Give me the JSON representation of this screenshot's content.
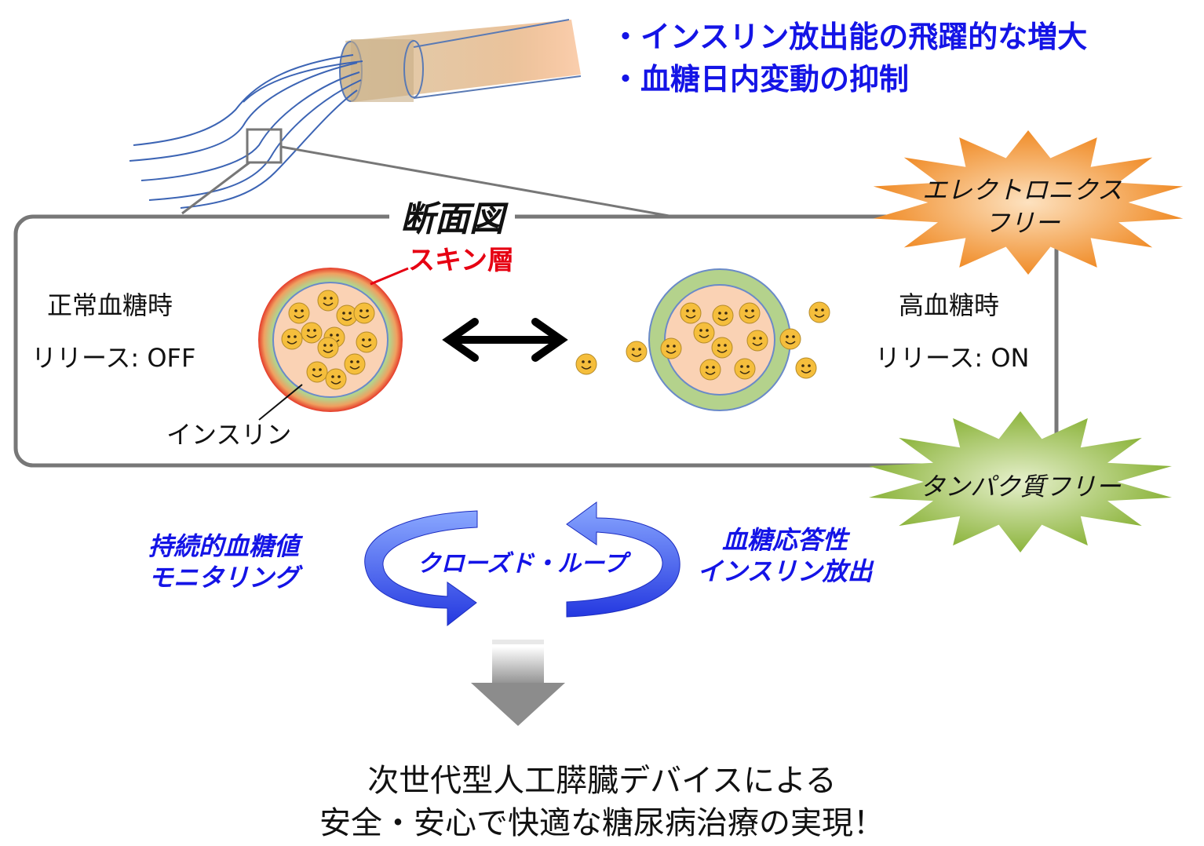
{
  "bullets": [
    "・インスリン放出能の飛躍的な増大",
    "・血糖日内変動の抑制"
  ],
  "section_title": "断面図",
  "skin_label": "スキン層",
  "insulin_label": "インスリン",
  "left_state": {
    "title": "正常血糖時",
    "release": "リリース: OFF"
  },
  "right_state": {
    "title": "高血糖時",
    "release": "リリース: ON"
  },
  "star_orange": {
    "line1": "エレクトロニクス",
    "line2": "フリー",
    "color": "#f08c28"
  },
  "star_green": {
    "text": "タンパク質フリー",
    "color": "#8cb43c"
  },
  "loop": {
    "center": "クローズド・ループ",
    "left_line1": "持続的血糖値",
    "left_line2": "モニタリング",
    "right_line1": "血糖応答性",
    "right_line2": "インスリン放出"
  },
  "conclusion": {
    "line1": "次世代型人工膵臓デバイスによる",
    "line2": "安全・安心で快適な糖尿病治療の実現！"
  },
  "colors": {
    "accent_blue": "#1414e6",
    "skin_red": "#e60012",
    "gel_green": "#b4d28c",
    "insulin_peach": "#fad2b4",
    "face_yellow": "#f5be3c"
  }
}
